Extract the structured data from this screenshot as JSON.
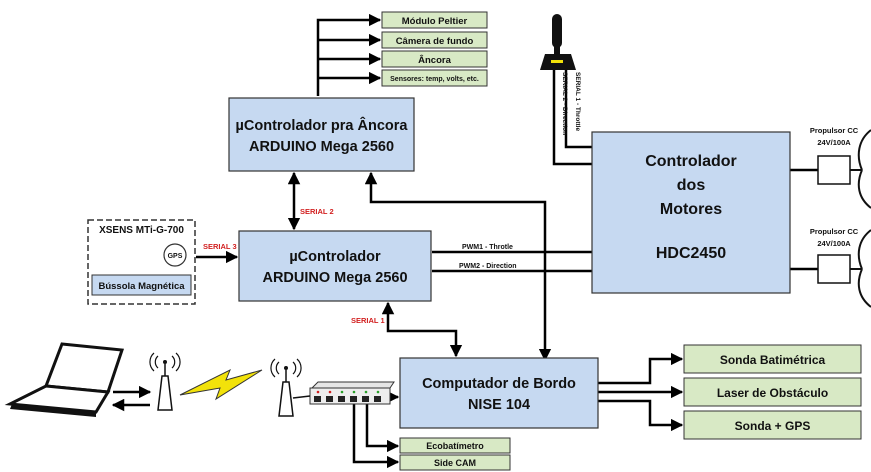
{
  "peripherals_top": {
    "peltier": "Módulo Peltier",
    "camera": "Câmera de fundo",
    "anchor": "Âncora",
    "sensors": "Sensores: temp, volts, etc."
  },
  "anchor_controller": {
    "line1": "µControlador pra Âncora",
    "line2": "ARDUINO Mega 2560"
  },
  "main_controller": {
    "line1": "µControlador",
    "line2": "ARDUINO Mega 2560"
  },
  "motor_controller": {
    "line1": "Controlador",
    "line2": "dos",
    "line3": "Motores",
    "line4": "HDC2450"
  },
  "computer": {
    "line1": "Computador de Bordo",
    "line2": "NISE 104"
  },
  "xsens": {
    "title": "XSENS MTi-G-700",
    "gps": "GPS",
    "compass": "Bússola Magnética"
  },
  "links": {
    "serial1": "SERIAL 1",
    "serial2": "SERIAL 2",
    "serial3": "SERIAL 3",
    "pwm1": "PWM1 - Throtle",
    "pwm2": "PWM2 - Direction",
    "joy_serial1": "SERIAL 1 - Throttle",
    "joy_serial2": "SERIAL 2 - Direction"
  },
  "thrusters": {
    "top_label": "Propulsor CC",
    "top_spec": "24V/100A",
    "bottom_label": "Propulsor CC",
    "bottom_spec": "24V/100A"
  },
  "outputs_right": {
    "sonda_bat": "Sonda Batimétrica",
    "laser": "Laser de Obstáculo",
    "sonda_gps": "Sonda + GPS"
  },
  "outputs_bottom": {
    "ecobat": "Ecobatímetro",
    "sidecam": "Side CAM"
  },
  "colors": {
    "blue_box": "#c6d9f1",
    "green_box": "#d8e9c5",
    "serial_red": "#d21f1f",
    "lightning": "#f2e20a"
  }
}
